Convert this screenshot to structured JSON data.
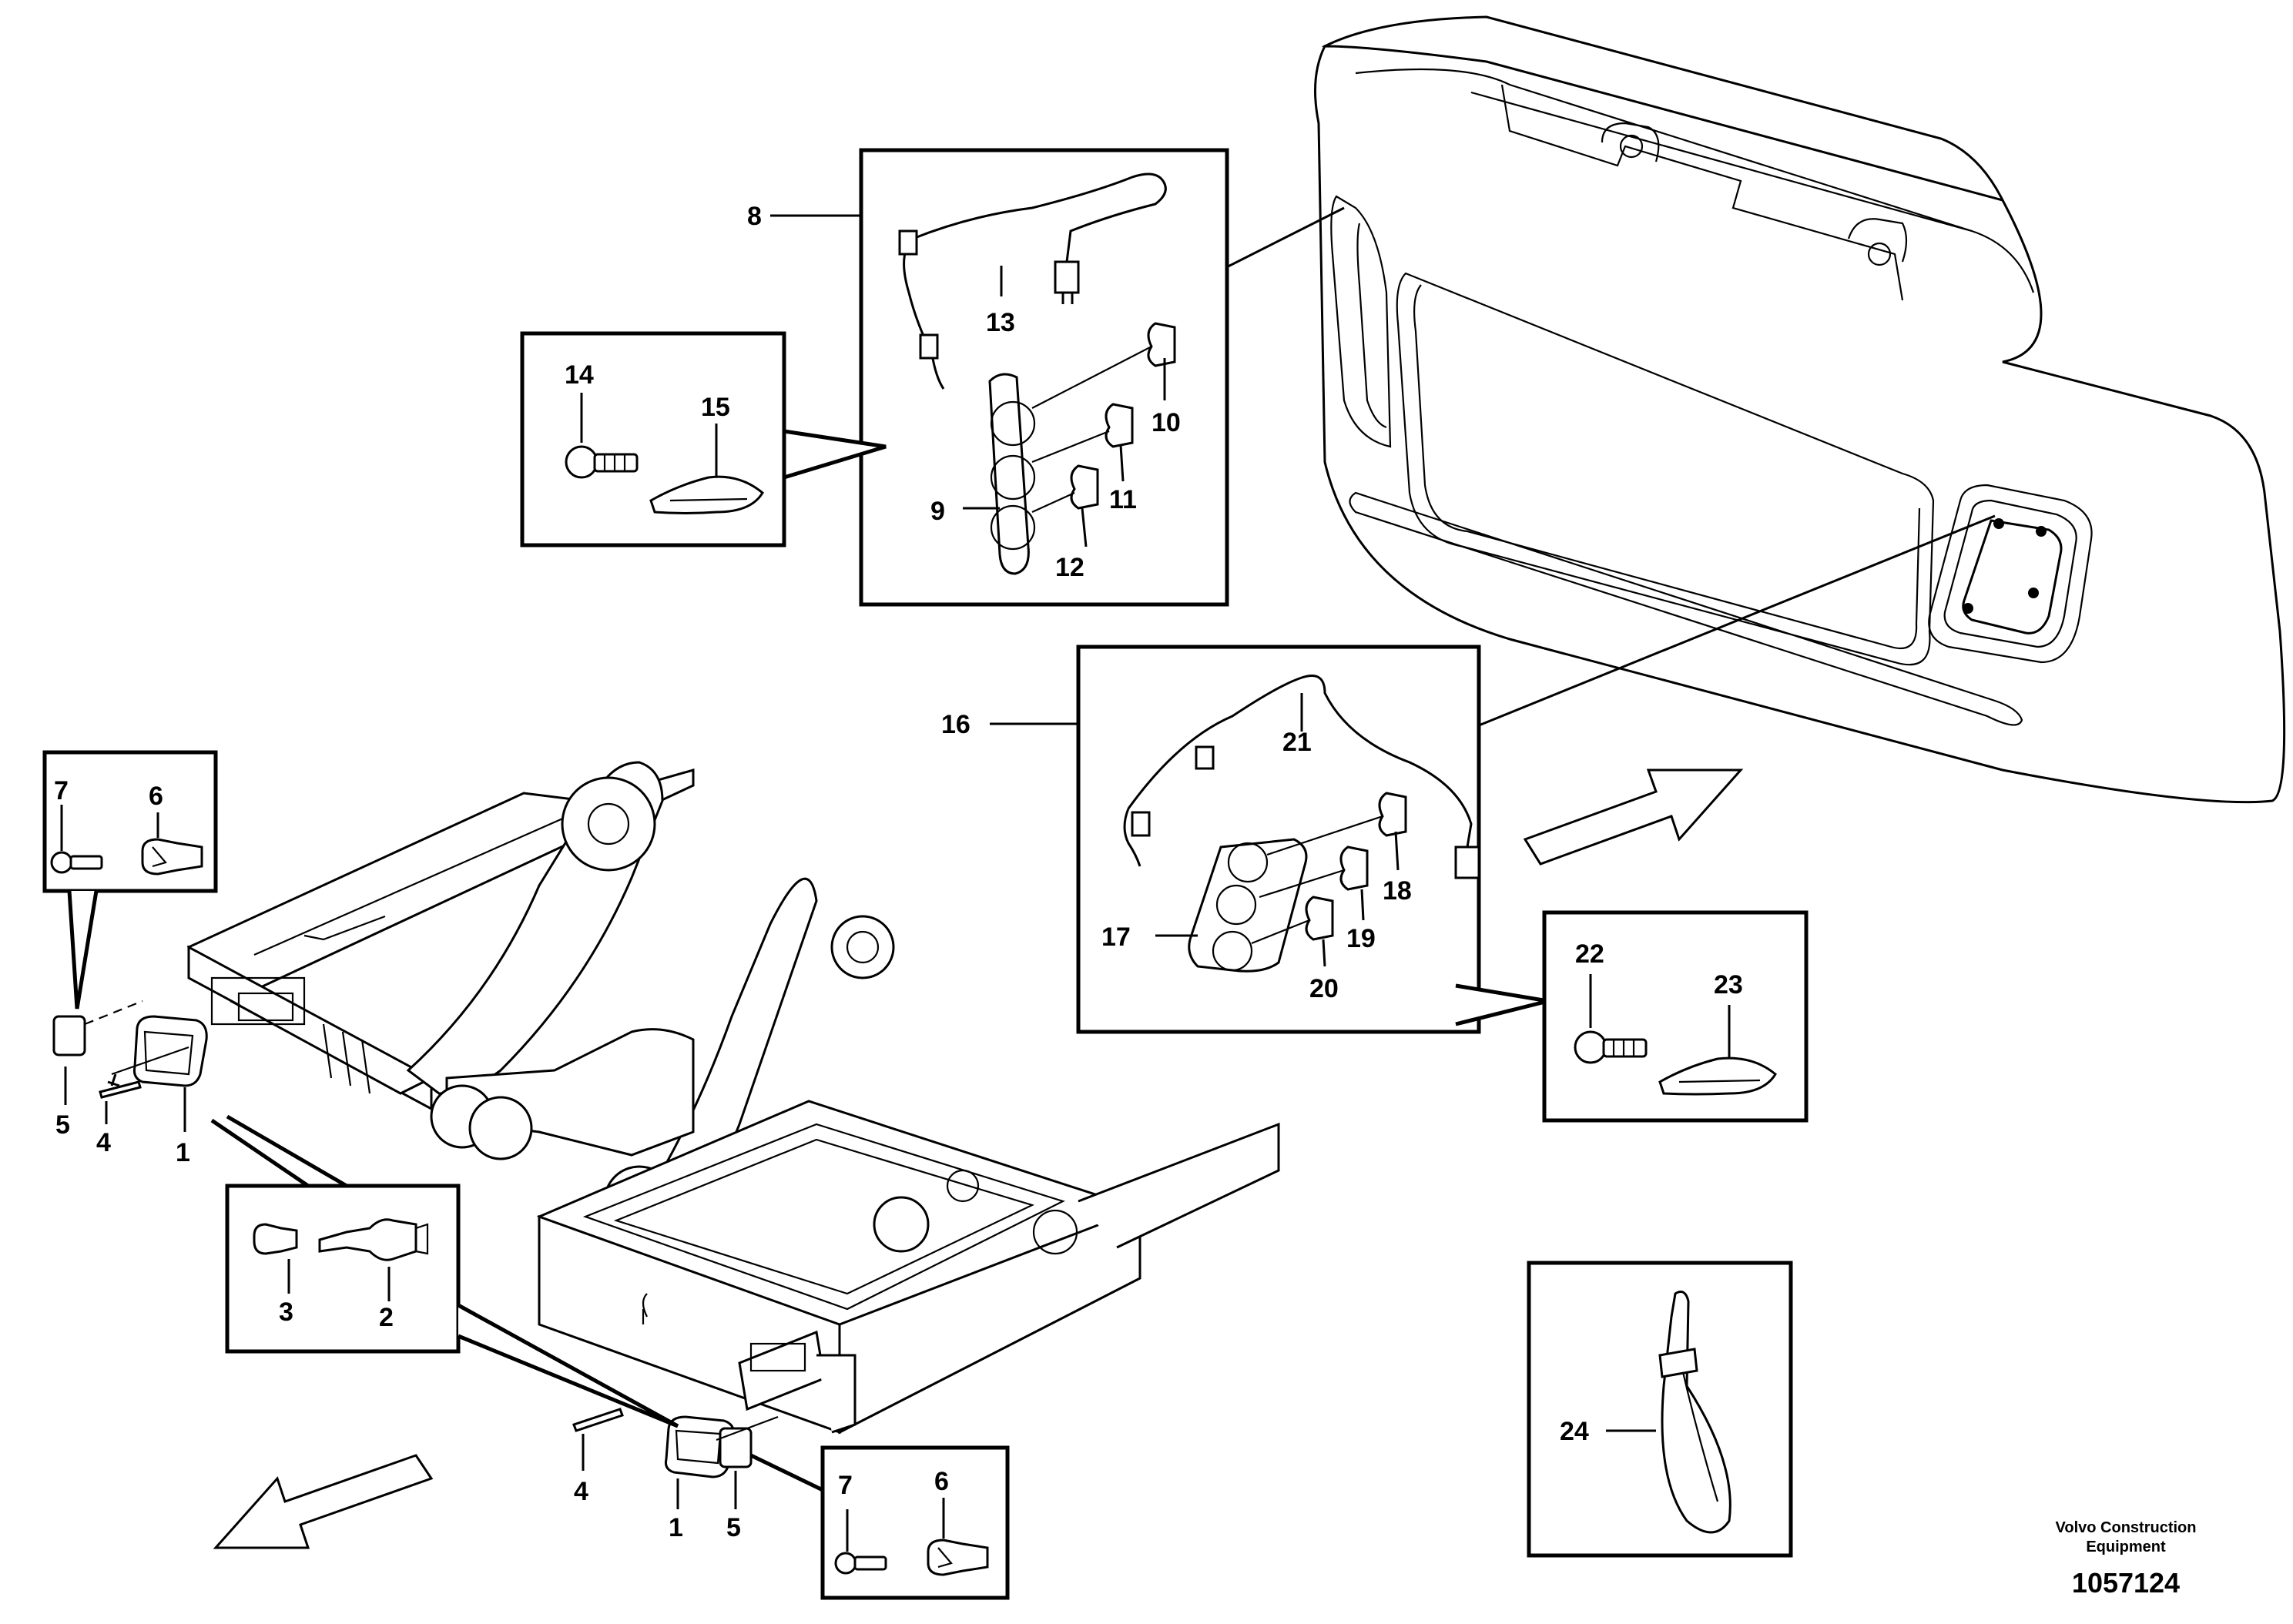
{
  "labels": {
    "p1": "1",
    "p2": "2",
    "p3": "3",
    "p4": "4",
    "p5": "5",
    "p6": "6",
    "p7": "7",
    "p8": "8",
    "p9": "9",
    "p10": "10",
    "p11": "11",
    "p12": "12",
    "p13": "13",
    "p14": "14",
    "p15": "15",
    "p16": "16",
    "p17": "17",
    "p18": "18",
    "p19": "19",
    "p20": "20",
    "p21": "21",
    "p22": "22",
    "p23": "23",
    "p24": "24"
  },
  "credit": {
    "line1": "Volvo Construction",
    "line2": "Equipment"
  },
  "doc_number": "1057124",
  "icons": [
    "direction-arrow-icon",
    "cable-tie-icon",
    "bolt-icon",
    "bulb-icon",
    "counterweight-icon",
    "frame-icon"
  ]
}
